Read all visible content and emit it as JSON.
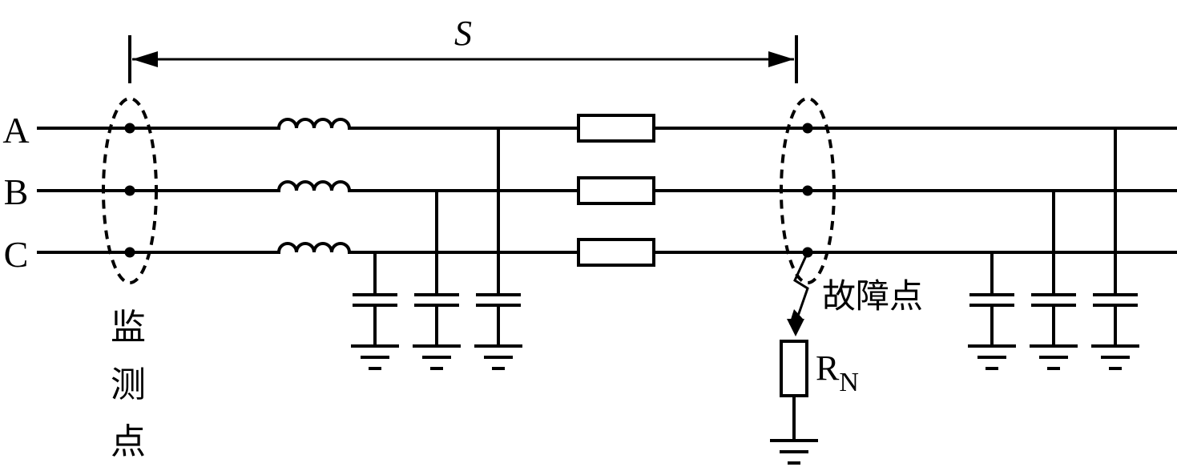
{
  "phases": [
    "A",
    "B",
    "C"
  ],
  "distance_label": "S",
  "monitor_label": [
    "监",
    "测",
    "点"
  ],
  "fault_label": "故障点",
  "resistor_label": "R",
  "resistor_subscript": "N",
  "colors": {
    "line": "#000000",
    "background": "#ffffff"
  }
}
